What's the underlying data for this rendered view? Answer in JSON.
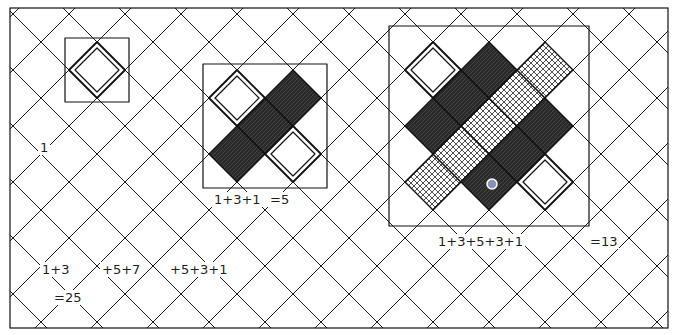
{
  "diagram": {
    "labels": [
      "1",
      "1+3+1",
      "=5",
      "1+3+5+3+1",
      "=13",
      "1+3",
      "+5+7",
      "+5+3+1",
      "=25"
    ]
  }
}
